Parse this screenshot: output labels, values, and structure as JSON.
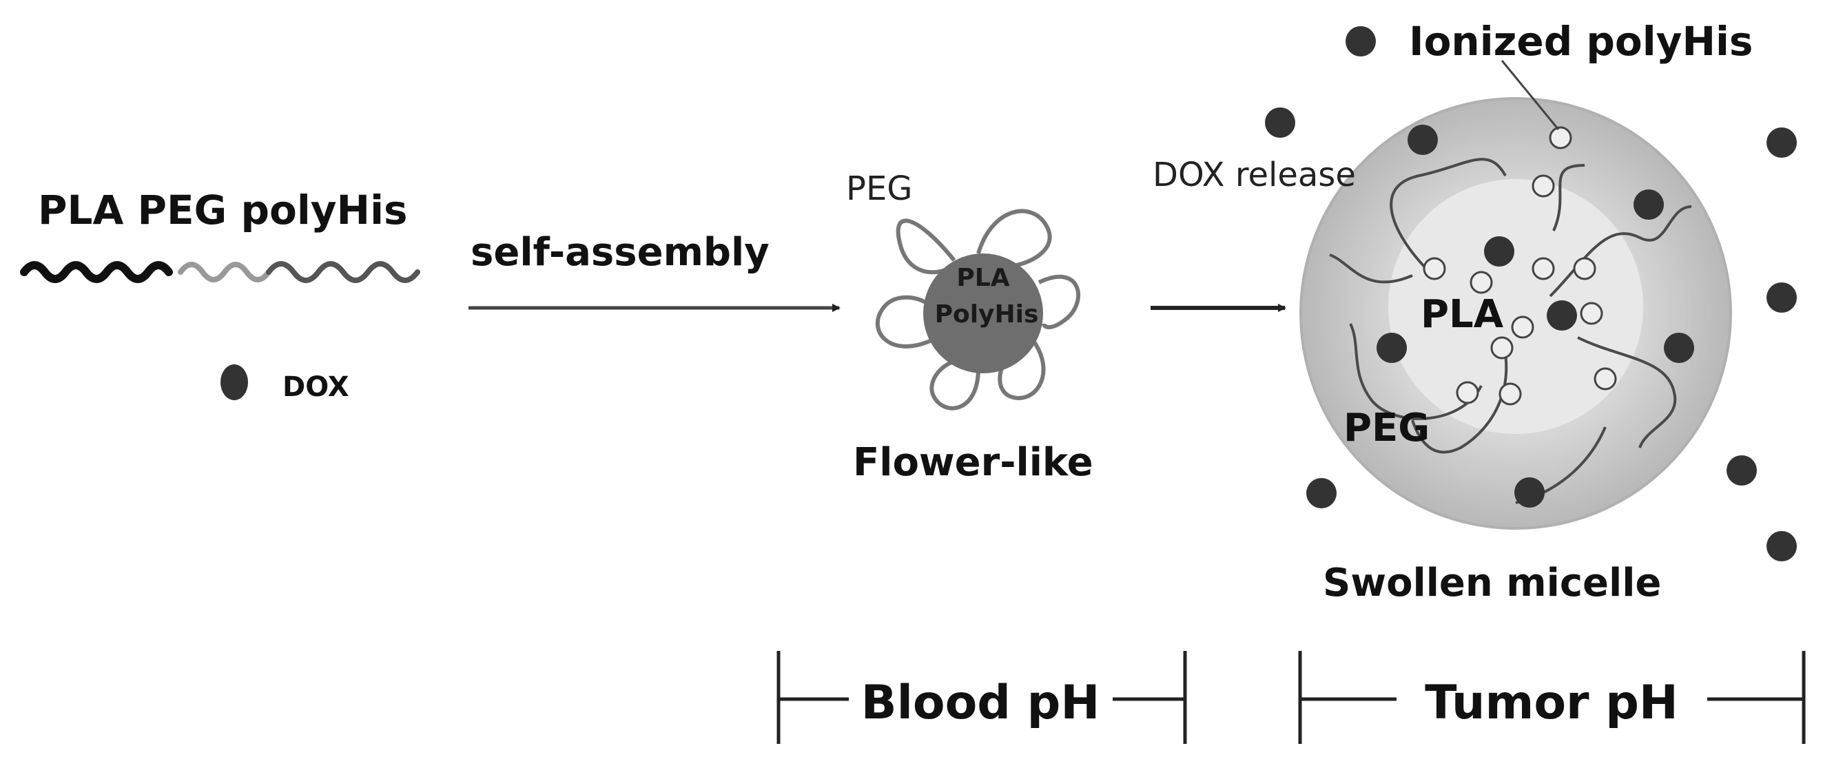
{
  "labels": {
    "polymer": "PLA PEG polyHis",
    "dox": "DOX",
    "self_assembly": "self-assembly",
    "peg_flower": "PEG",
    "core_line1": "PLA",
    "core_line2": "PolyHis",
    "flower_like": "Flower-like",
    "dox_release": "DOX release",
    "ionized": "Ionized polyHis",
    "pla_micelle": "PLA",
    "peg_micelle": "PEG",
    "swollen": "Swollen micelle",
    "blood_ph": "Blood pH",
    "tumor_ph": "Tumor pH"
  },
  "colors": {
    "drug": "#333333",
    "core": "#6e6e6e",
    "shell": "#c6c6c6",
    "inner": "#e6e6e6",
    "line": "#4a4a4a"
  }
}
